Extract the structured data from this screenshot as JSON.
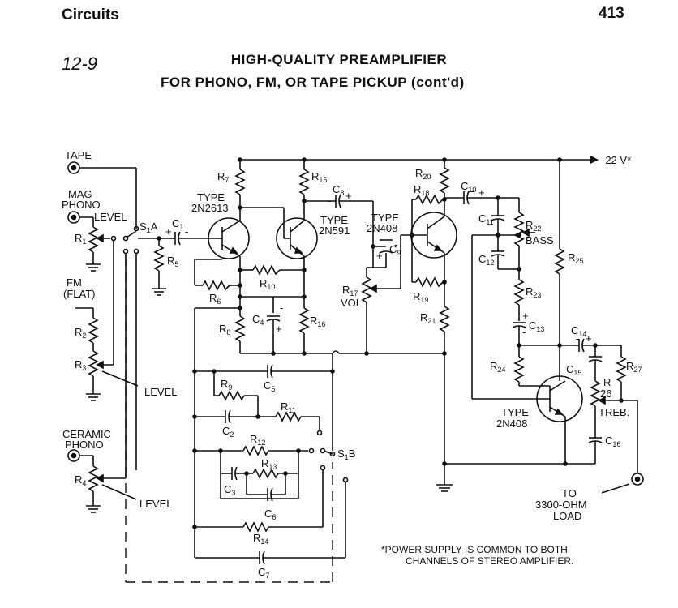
{
  "header": {
    "section": "Circuits",
    "page_number": "413"
  },
  "figure": {
    "number": "12-9",
    "title_line1": "HIGH-QUALITY PREAMPLIFIER",
    "title_line2": "FOR PHONO, FM, OR TAPE PICKUP (cont'd)"
  },
  "inputs": {
    "tape": "TAPE",
    "mag_phono_1": "MAG",
    "mag_phono_2": "PHONO",
    "fm_1": "FM",
    "fm_2": "(FLAT)",
    "ceramic_1": "CERAMIC",
    "ceramic_2": "PHONO",
    "level": "LEVEL"
  },
  "transistors": {
    "q1_type": "TYPE",
    "q1_part": "2N2613",
    "q2_type": "TYPE",
    "q2_part": "2N591",
    "q3_type": "TYPE",
    "q3_part": "2N408",
    "q4_type": "TYPE",
    "q4_part": "2N408"
  },
  "controls": {
    "vol": "VOL",
    "bass": "BASS",
    "treb": "TREB."
  },
  "supply": "-22 V*",
  "output": {
    "to": "TO",
    "load1": "3300-OHM",
    "load2": "LOAD"
  },
  "note": {
    "line1": "*POWER SUPPLY IS COMMON TO BOTH",
    "line2": "CHANNELS OF STEREO AMPLIFIER."
  }
}
